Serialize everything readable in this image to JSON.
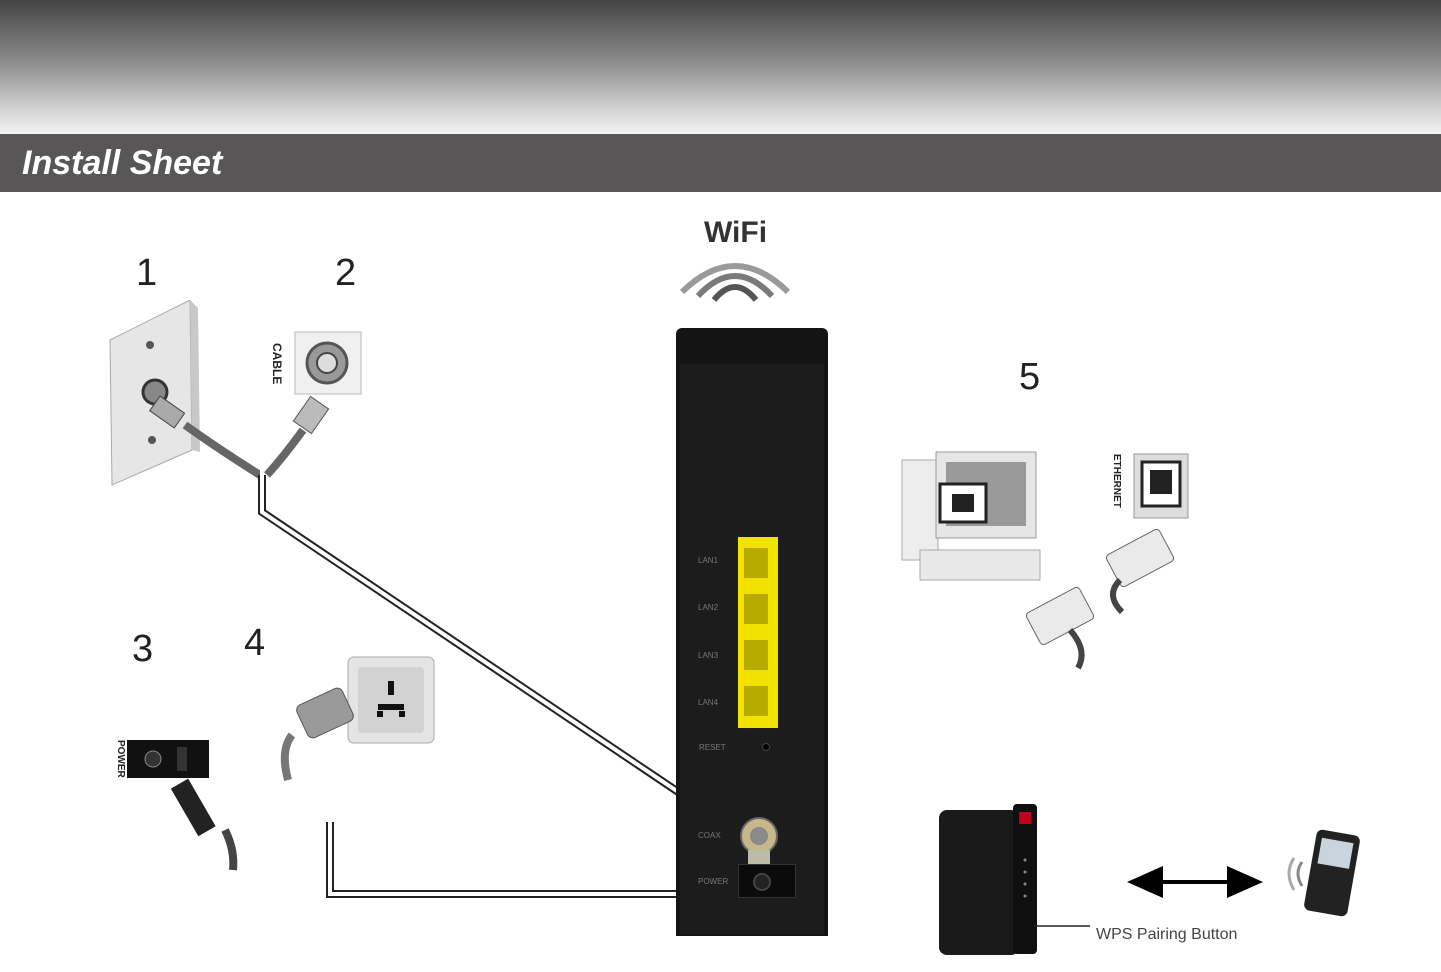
{
  "header": {
    "title": "Install Sheet"
  },
  "wifi": {
    "label": "WiFi"
  },
  "steps": {
    "s1": "1",
    "s2": "2",
    "s3": "3",
    "s4": "4",
    "s5": "5"
  },
  "labels": {
    "cable": "CABLE",
    "power": "POWER",
    "ethernet": "ETHERNET",
    "lan1": "LAN1",
    "lan2": "LAN2",
    "lan3": "LAN3",
    "lan4": "LAN4",
    "reset": "RESET",
    "coax": "COAX",
    "power_port": "POWER",
    "wps": "WPS Pairing Button"
  },
  "colors": {
    "lan_yellow": "#f2e200",
    "modem_black": "#141414",
    "title_bar": "#585657"
  }
}
